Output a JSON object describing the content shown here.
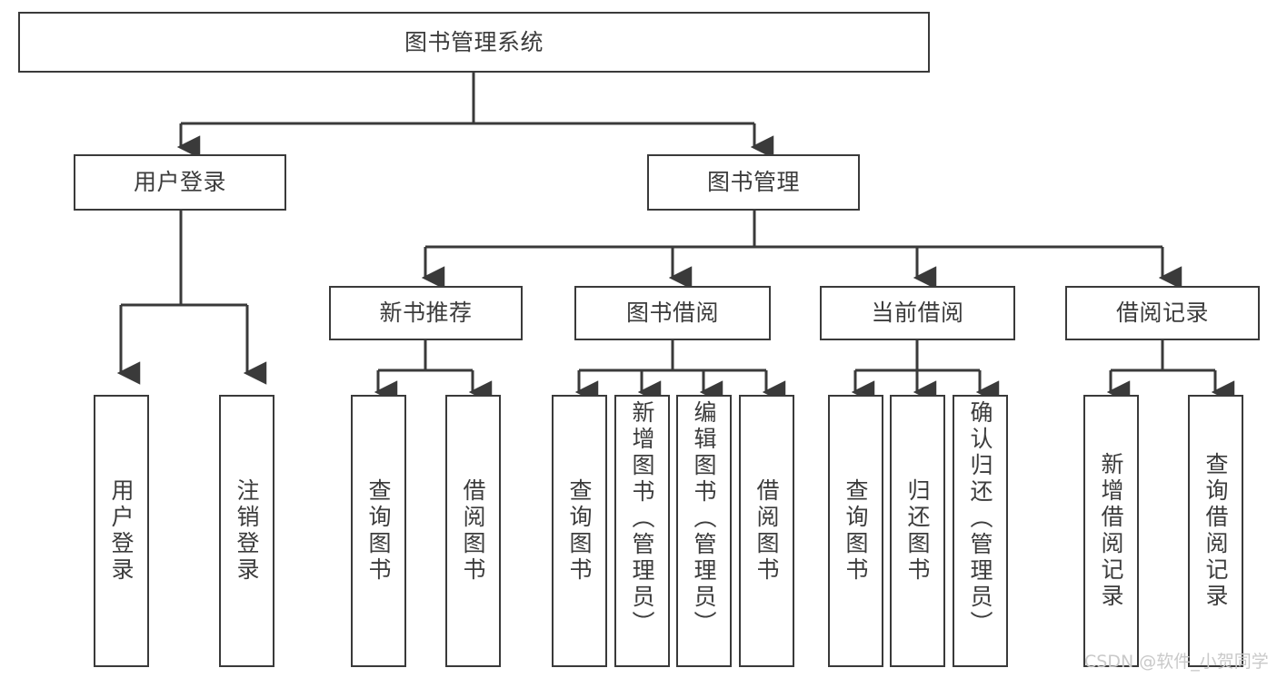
{
  "diagram": {
    "title": "图书管理系统",
    "type": "tree-hierarchy-chart",
    "root": {
      "label": "图书管理系统"
    },
    "level2": [
      {
        "label": "用户登录"
      },
      {
        "label": "图书管理"
      }
    ],
    "level3": [
      {
        "label": "新书推荐"
      },
      {
        "label": "图书借阅"
      },
      {
        "label": "当前借阅"
      },
      {
        "label": "借阅记录"
      }
    ],
    "leaves": {
      "user_login": [
        {
          "label": "用户登录"
        },
        {
          "label": "注销登录"
        }
      ],
      "new_book_recommend": [
        {
          "label": "查询图书"
        },
        {
          "label": "借阅图书"
        }
      ],
      "book_borrow": [
        {
          "label": "查询图书"
        },
        {
          "label": "新增图书（管理员）"
        },
        {
          "label": "编辑图书（管理员）"
        },
        {
          "label": "借阅图书"
        }
      ],
      "current_borrow": [
        {
          "label": "查询图书"
        },
        {
          "label": "归还图书"
        },
        {
          "label": "确认归还（管理员）"
        }
      ],
      "borrow_record": [
        {
          "label": "新增借阅记录"
        },
        {
          "label": "查询借阅记录"
        }
      ]
    },
    "watermark": "CSDN @软件_小贺同学",
    "colors": {
      "stroke": "#3a3a3a",
      "fill": "#ffffff",
      "text": "#3c3c3c",
      "watermark": "#c9c9c9"
    }
  }
}
